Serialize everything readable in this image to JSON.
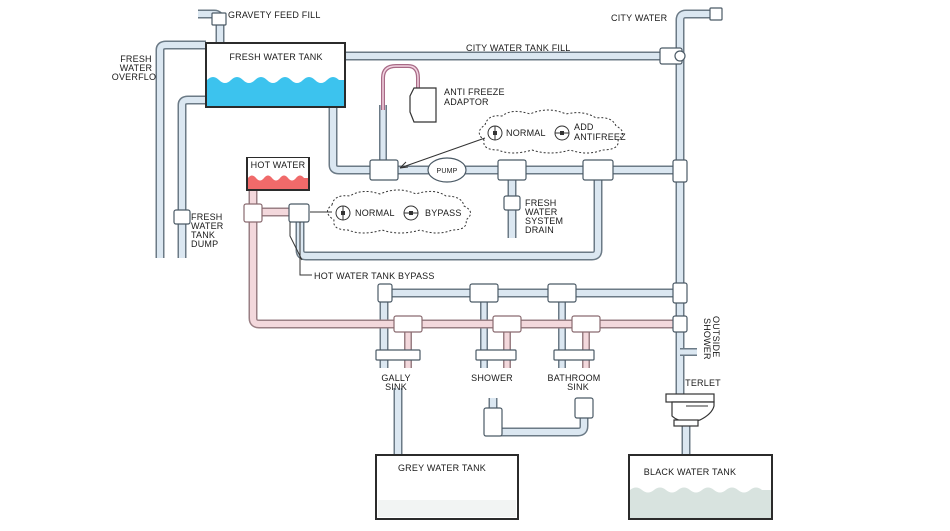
{
  "labels": {
    "gravity_feed_fill": "GRAVETY FEED FILL",
    "city_water": "CITY WATER",
    "fresh_water_tank": "FRESH WATER TANK",
    "city_water_tank_fill": "CITY WATER TANK FILL",
    "fresh_water_overflow_1": "FRESH",
    "fresh_water_overflow_2": "WATER",
    "fresh_water_overflow_3": "OVERFLO",
    "anti_freeze_adaptor_1": "ANTI FREEZE",
    "anti_freeze_adaptor_2": "ADAPTOR",
    "normal_1": "NORMAL",
    "add_antifreeze_1": "ADD",
    "add_antifreeze_2": "ANTIFREEZ",
    "hot_water": "HOT WATER",
    "pump": "PUMP",
    "fresh_water_tank_dump_1": "FRESH",
    "fresh_water_tank_dump_2": "WATER",
    "fresh_water_tank_dump_3": "TANK",
    "fresh_water_tank_dump_4": "DUMP",
    "normal_2": "NORMAL",
    "bypass": "BYPASS",
    "fresh_water_system_drain_1": "FRESH",
    "fresh_water_system_drain_2": "WATER",
    "fresh_water_system_drain_3": "SYSTEM",
    "fresh_water_system_drain_4": "DRAIN",
    "hot_water_tank_bypass": "HOT WATER TANK BYPASS",
    "outside_shower_1": "OUTSIDE",
    "outside_shower_2": "SHOWER",
    "gally_sink_1": "GALLY",
    "gally_sink_2": "SINK",
    "shower": "SHOWER",
    "bathroom_sink_1": "BATHROOM",
    "bathroom_sink_2": "SINK",
    "terlet": "TERLET",
    "grey_water_tank": "GREY WATER TANK",
    "black_water_tank": "BLACK WATER TANK"
  },
  "colors": {
    "fresh_water": "#3cc3ee",
    "hot_water": "#f06a6a",
    "black_water": "#d8e3df",
    "pipe": "#dbe7f1",
    "hot_pipe": "#f3d8dc"
  }
}
